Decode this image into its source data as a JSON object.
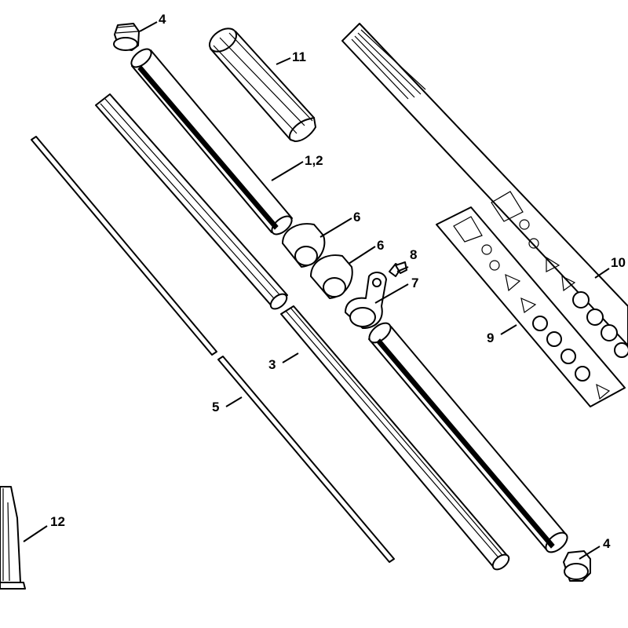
{
  "callouts": {
    "p4_top": "4",
    "p11": "11",
    "p1_2": "1,2",
    "p6_a": "6",
    "p6_b": "6",
    "p8": "8",
    "p7": "7",
    "p10": "10",
    "p9": "9",
    "p3": "3",
    "p5": "5",
    "p12": "12",
    "p4_bottom": "4"
  },
  "colors": {
    "line": "#000000",
    "background": "#ffffff"
  }
}
